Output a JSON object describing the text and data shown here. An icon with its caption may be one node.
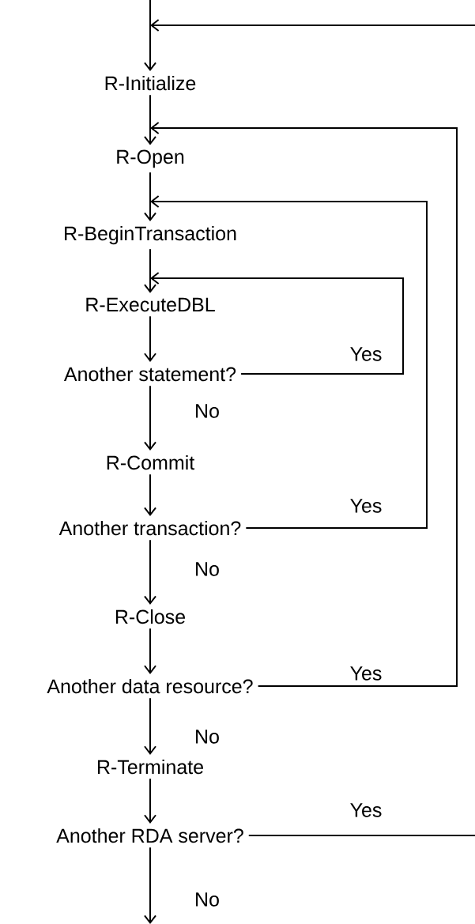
{
  "diagram": {
    "nodes": [
      {
        "text": [
          "R-Initialize"
        ]
      },
      {
        "text": [
          "R-Open"
        ]
      },
      {
        "text": [
          "R-BeginTransaction"
        ]
      },
      {
        "text": [
          "R-ExecuteDBL"
        ]
      },
      {
        "text": [
          "Another statement?"
        ]
      },
      {
        "text": [
          "R-Commit"
        ]
      },
      {
        "text": [
          "Another transaction?"
        ]
      },
      {
        "text": [
          "R-Close"
        ]
      },
      {
        "text": [
          "Another data resource?"
        ]
      },
      {
        "text": [
          "R-Terminate"
        ]
      },
      {
        "text": [
          "Another RDA server?"
        ]
      }
    ],
    "edges": [
      {
        "from": null,
        "to": 0,
        "arrow": "to"
      },
      {
        "from": 0,
        "to": 1,
        "arrow": "to"
      },
      {
        "from": 1,
        "to": 2,
        "arrow": "to"
      },
      {
        "from": 2,
        "to": 3,
        "arrow": "to"
      },
      {
        "from": 3,
        "to": 4,
        "arrow": "to"
      },
      {
        "from": 4,
        "to": 5,
        "arrow": "to",
        "label": "No"
      },
      {
        "from": 5,
        "to": 6,
        "arrow": "to"
      },
      {
        "from": 6,
        "to": 7,
        "arrow": "to",
        "label": "No"
      },
      {
        "from": 7,
        "to": 8,
        "arrow": "to"
      },
      {
        "from": 8,
        "to": 9,
        "arrow": "to",
        "label": "No"
      },
      {
        "from": 9,
        "to": 10,
        "arrow": "to"
      },
      {
        "from": 10,
        "to": null,
        "arrow": "to",
        "label": "No"
      },
      {
        "from": 4,
        "to": 3,
        "arrow": "to",
        "label": "Yes"
      },
      {
        "from": 6,
        "to": 2,
        "arrow": "to",
        "label": "Yes"
      },
      {
        "from": 8,
        "to": 1,
        "arrow": "to",
        "label": "Yes"
      },
      {
        "from": 10,
        "to": 0,
        "arrow": "to",
        "label": "Yes"
      }
    ]
  }
}
